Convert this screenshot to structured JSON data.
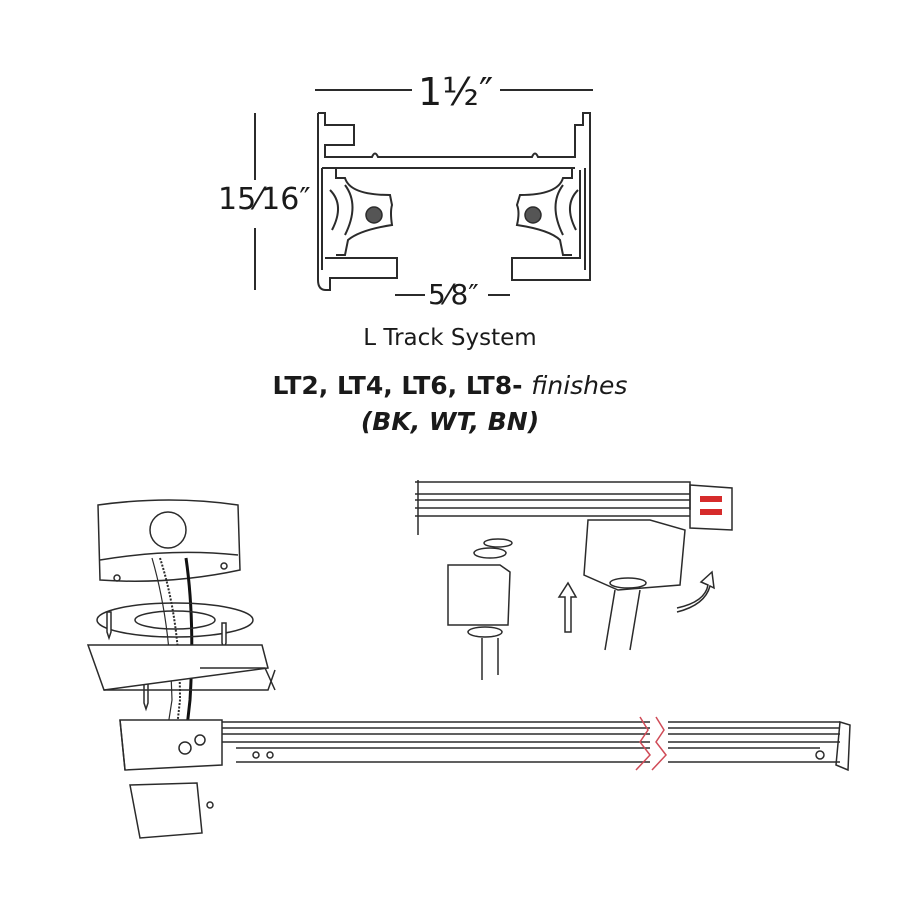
{
  "diagram": {
    "title": "L Track System",
    "models_line": {
      "models": "LT2, LT4, LT6, LT8-",
      "suffix": "finishes"
    },
    "finishes_line": "(BK, WT, BN)",
    "dimensions": {
      "width": "1½″",
      "height": "15⁄16″",
      "slot": "5⁄8″"
    },
    "cross_section": {
      "description": "Track profile cross-section with two conductor channels"
    },
    "installation": {
      "components": [
        "ceiling junction box",
        "mounting plate with screws",
        "canopy cover plate",
        "feed connector end",
        "end cover plate",
        "track section",
        "track head adapters"
      ],
      "arrows": [
        "insert-up-arrow",
        "rotate-arrow"
      ]
    },
    "colors": {
      "line": "#2b2b2b",
      "conductor_red": "#d62b2b",
      "break_mark": "#d04b57",
      "text": "#1a1a1a",
      "conductor_dot": "#555555"
    }
  }
}
